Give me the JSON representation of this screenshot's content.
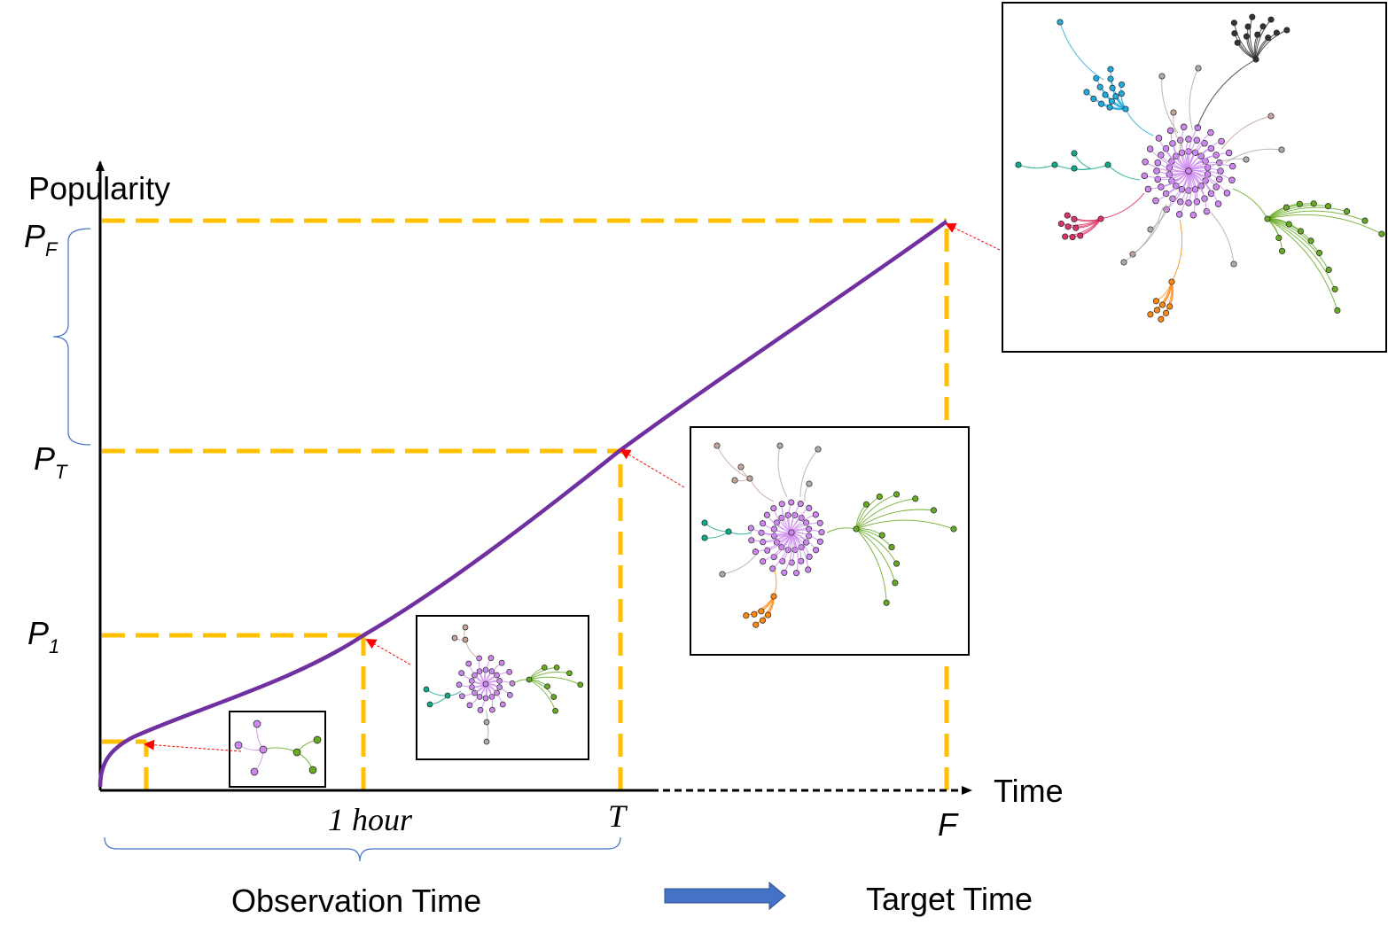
{
  "y_axis_label": "Popularity",
  "x_axis_label": "Time",
  "y_ticks": [
    {
      "main": "P",
      "sub": "F"
    },
    {
      "main": "P",
      "sub": "T"
    },
    {
      "main": "P",
      "sub": "1"
    }
  ],
  "x_ticks": [
    "1 hour",
    "T",
    "F"
  ],
  "observation_label": "Observation Time",
  "target_label": "Target Time",
  "colors": {
    "curve": "#7030A0",
    "guide": "#FFC000",
    "arrow_pointer": "#FF0000",
    "bracket": "#4472C4",
    "block_arrow": "#4472C4",
    "purple_nodes": "#CC88EE",
    "green_nodes": "#66AA22",
    "teal_nodes": "#11AA88",
    "blue_nodes": "#22AADD",
    "black_nodes": "#333333",
    "red_nodes": "#DD3366",
    "orange_nodes": "#FF8811",
    "gray_nodes": "#AAAAAA",
    "brown_nodes": "#C4A49A"
  },
  "cascade_snapshots": [
    "small-cascade",
    "one-hour-cascade",
    "observation-end-cascade",
    "final-cascade"
  ]
}
